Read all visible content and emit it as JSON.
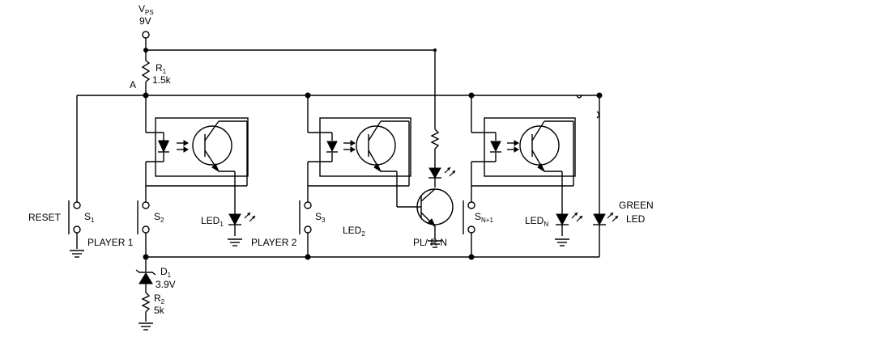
{
  "labels": {
    "vps_main": "V",
    "vps_sub": "PS",
    "vps_value": "9V",
    "node_a": "A",
    "r1_main": "R",
    "r1_sub": "1",
    "r1_value": "1.5k",
    "reset": "RESET",
    "s1_main": "S",
    "s1_sub": "1",
    "s2_main": "S",
    "s2_sub": "2",
    "s3_main": "S",
    "s3_sub": "3",
    "sn_main": "S",
    "sn_sub": "N+1",
    "player1": "PLAYER 1",
    "player2": "PLAYER 2",
    "playern": "PL/ R N",
    "led1_main": "LED",
    "led1_sub": "1",
    "led2_main": "LED",
    "led2_sub": "2",
    "ledn_main": "LED",
    "ledn_sub": "N",
    "green_led_1": "GREEN",
    "green_led_2": "LED",
    "d1_main": "D",
    "d1_sub": "1",
    "d1_value": "3.9V",
    "r2_main": "R",
    "r2_sub": "2",
    "r2_value": "5k"
  }
}
